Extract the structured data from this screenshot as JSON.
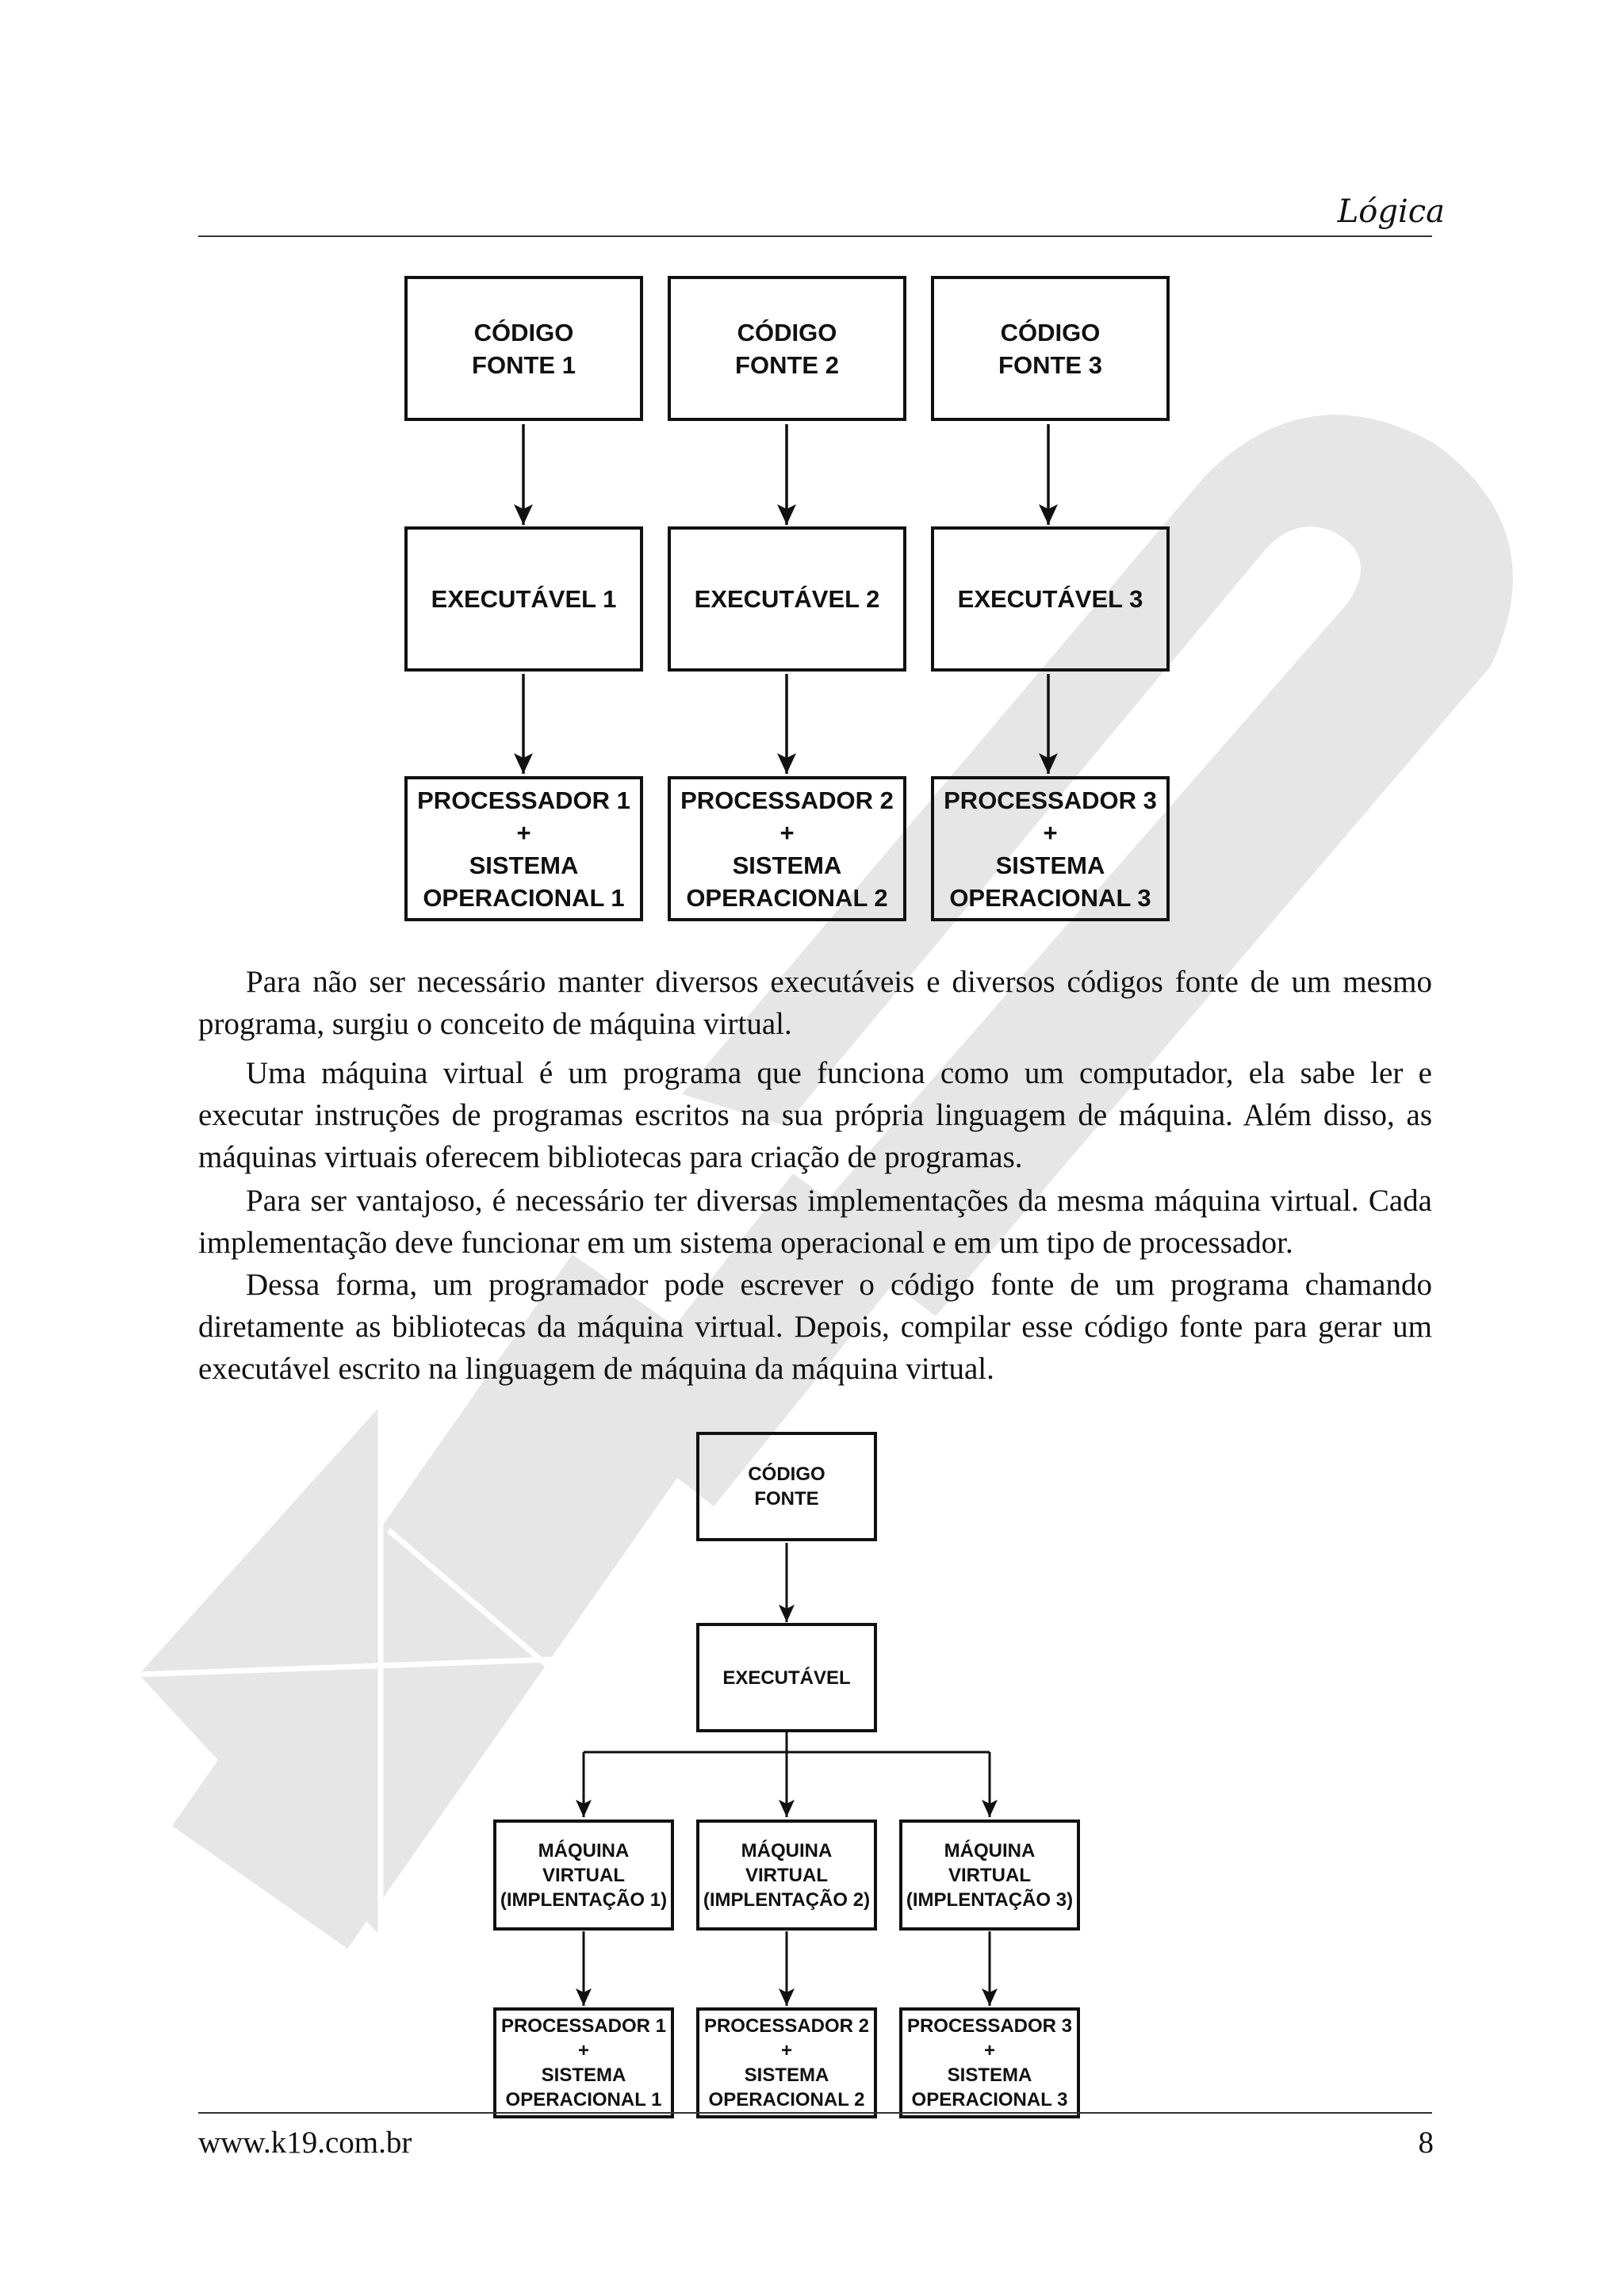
{
  "header": {
    "title": "Lógica"
  },
  "diagram1": {
    "top_row": [
      {
        "line1": "CÓDIGO",
        "line2": "FONTE 1"
      },
      {
        "line1": "CÓDIGO",
        "line2": "FONTE 2"
      },
      {
        "line1": "CÓDIGO",
        "line2": "FONTE 3"
      }
    ],
    "middle_row": [
      "EXECUTÁVEL 1",
      "EXECUTÁVEL 2",
      "EXECUTÁVEL 3"
    ],
    "bottom_row": [
      {
        "line1": "PROCESSADOR 1",
        "line2": "+",
        "line3": "SISTEMA",
        "line4": "OPERACIONAL 1"
      },
      {
        "line1": "PROCESSADOR 2",
        "line2": "+",
        "line3": "SISTEMA",
        "line4": "OPERACIONAL 2"
      },
      {
        "line1": "PROCESSADOR 3",
        "line2": "+",
        "line3": "SISTEMA",
        "line4": "OPERACIONAL 3"
      }
    ]
  },
  "paragraphs": [
    "Para não ser necessário manter diversos executáveis e diversos códigos fonte de um mesmo programa, surgiu o conceito de máquina virtual.",
    "Uma máquina virtual é um programa que funciona como um computador, ela sabe ler e executar instruções de programas escritos na sua própria linguagem de máquina. Além disso, as máquinas virtuais oferecem bibliotecas para criação de programas.",
    "Para ser vantajoso, é necessário ter diversas implementações da mesma máquina virtual. Cada implementação deve funcionar em um sistema operacional e em um tipo de processador.",
    "Dessa forma, um programador pode escrever o código fonte de um programa chamando diretamente as bibliotecas da máquina virtual. Depois, compilar esse código fonte para gerar um executável escrito na linguagem de máquina da máquina virtual."
  ],
  "diagram2": {
    "source": {
      "line1": "CÓDIGO",
      "line2": "FONTE"
    },
    "executable": "EXECUTÁVEL",
    "vms": [
      {
        "line1": "MÁQUINA",
        "line2": "VIRTUAL",
        "line3": "(IMPLENTAÇÃO 1)"
      },
      {
        "line1": "MÁQUINA",
        "line2": "VIRTUAL",
        "line3": "(IMPLENTAÇÃO 2)"
      },
      {
        "line1": "MÁQUINA",
        "line2": "VIRTUAL",
        "line3": "(IMPLENTAÇÃO 3)"
      }
    ],
    "platforms": [
      {
        "line1": "PROCESSADOR 1",
        "line2": "+",
        "line3": "SISTEMA",
        "line4": "OPERACIONAL 1"
      },
      {
        "line1": "PROCESSADOR 2",
        "line2": "+",
        "line3": "SISTEMA",
        "line4": "OPERACIONAL 2"
      },
      {
        "line1": "PROCESSADOR 3",
        "line2": "+",
        "line3": "SISTEMA",
        "line4": "OPERACIONAL 3"
      }
    ]
  },
  "footer": {
    "url": "www.k19.com.br",
    "page_number": "8"
  }
}
